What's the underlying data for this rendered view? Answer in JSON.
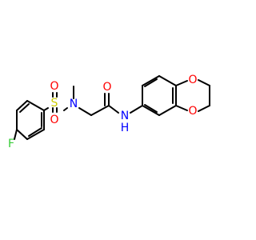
{
  "molecule": {
    "colors": {
      "bond": "#000000",
      "oxygen": "#ff0000",
      "nitrogen": "#0000ff",
      "sulfur": "#cccc00",
      "fluorine": "#33cc33",
      "background": "#ffffff"
    },
    "atoms": {
      "o_dioxin_top": "O",
      "o_dioxin_bottom": "O",
      "o_amide": "O",
      "n_amide": "N",
      "h_amide": "H",
      "n_sulfonamide": "N",
      "s_sulfonyl": "S",
      "o_sulfonyl_top": "O",
      "o_sulfonyl_bottom": "O",
      "f_aryl": "F"
    }
  }
}
